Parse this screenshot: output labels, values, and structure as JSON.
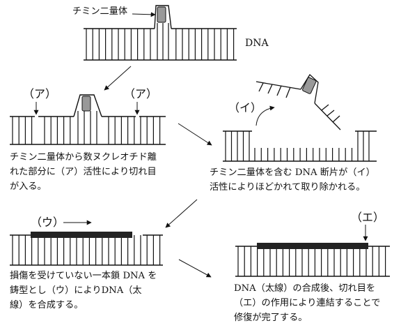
{
  "top": {
    "dimer_label": "チミン二量体",
    "dna_label": "DNA"
  },
  "step1": {
    "cut_label_left": "（ア）",
    "cut_label_right": "（ア）",
    "caption_lines": [
      "チミン二量体から数ヌクレオチド離",
      "れた部分に（ア）活性により切れ目",
      "が入る。"
    ]
  },
  "step2": {
    "enzyme_label": "（イ）",
    "caption_lines": [
      "チミン二量体を含む DNA 断片が（イ）",
      "活性によりほどかれて取り除かれる。"
    ]
  },
  "step3": {
    "enzyme_label": "（ウ）",
    "caption_lines": [
      "損傷を受けていない一本鎖 DNA を",
      "鋳型とし（ウ）によりDNA（太",
      "線）を合成する。"
    ]
  },
  "step4": {
    "enzyme_label": "（エ）",
    "caption_lines": [
      "DNA（太線）の合成後、切れ目を",
      "（エ）の作用により連結することで",
      "修復が完了する。"
    ]
  }
}
